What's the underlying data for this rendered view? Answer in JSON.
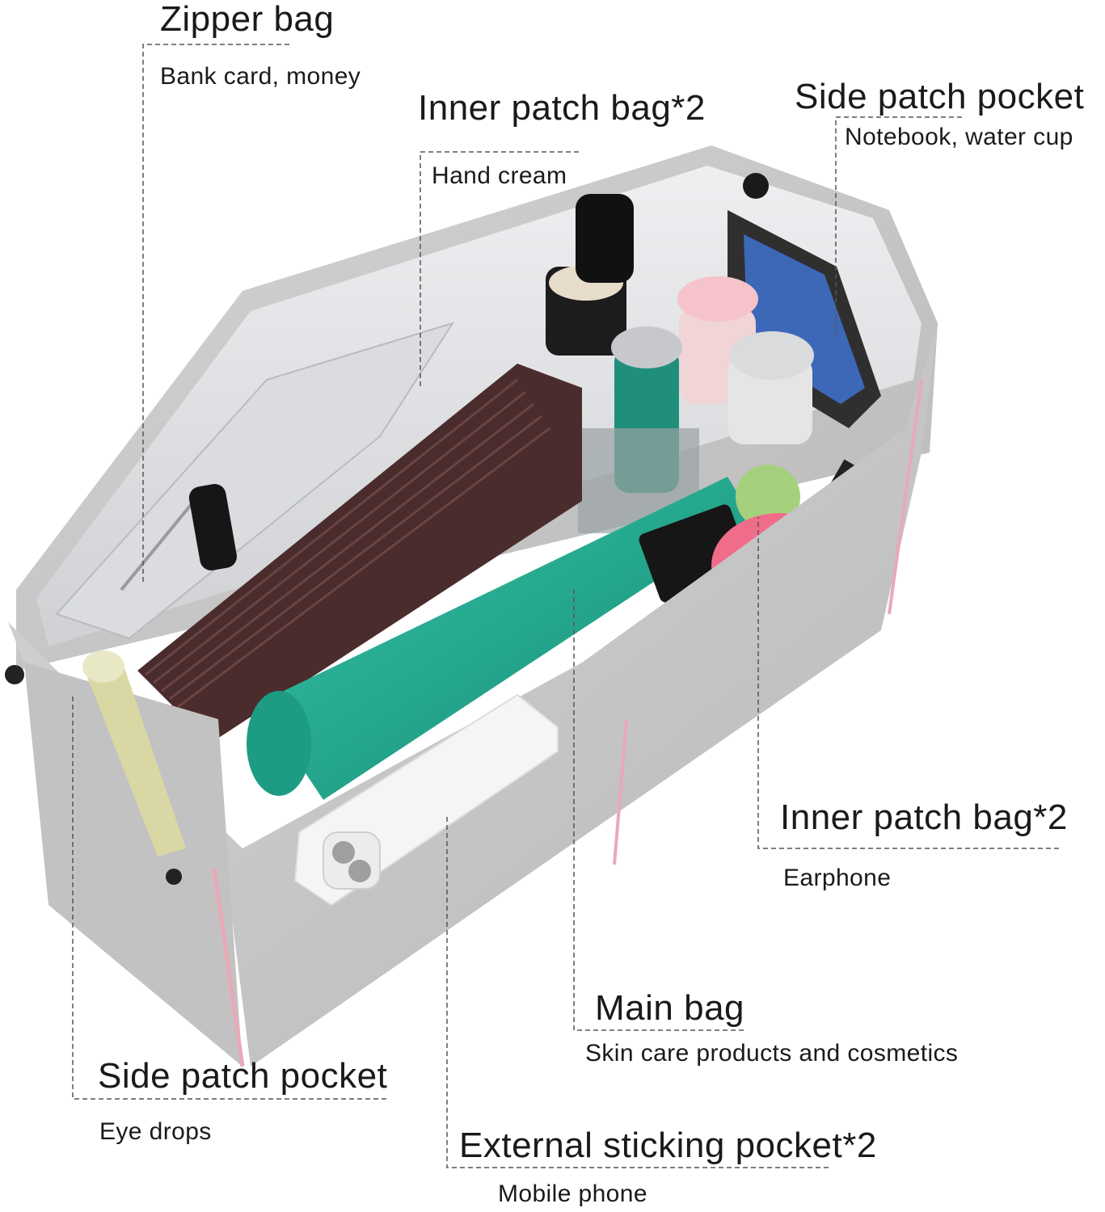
{
  "labels": {
    "zipper_bag": {
      "title": "Zipper bag",
      "desc": "Bank card, money"
    },
    "inner_patch_top": {
      "title": "Inner patch bag*2",
      "desc": "Hand cream"
    },
    "side_patch_top": {
      "title": "Side patch pocket",
      "desc": "Notebook, water cup"
    },
    "inner_patch_right": {
      "title": "Inner patch bag*2",
      "desc": "Earphone"
    },
    "main_bag": {
      "title": "Main bag",
      "desc": "Skin care products and cosmetics"
    },
    "side_patch_bottom": {
      "title": "Side patch pocket",
      "desc": "Eye drops"
    },
    "external_pocket": {
      "title": "External sticking pocket*2",
      "desc": "Mobile phone"
    }
  },
  "colors": {
    "felt": "#c9c9c9",
    "felt_dark": "#a9a9a9",
    "lining": "#e3e4e6",
    "trim": "#e9a9b6",
    "tube": "#22a98f",
    "notebook": "#4a2b2b",
    "leader_line": "#555555"
  }
}
